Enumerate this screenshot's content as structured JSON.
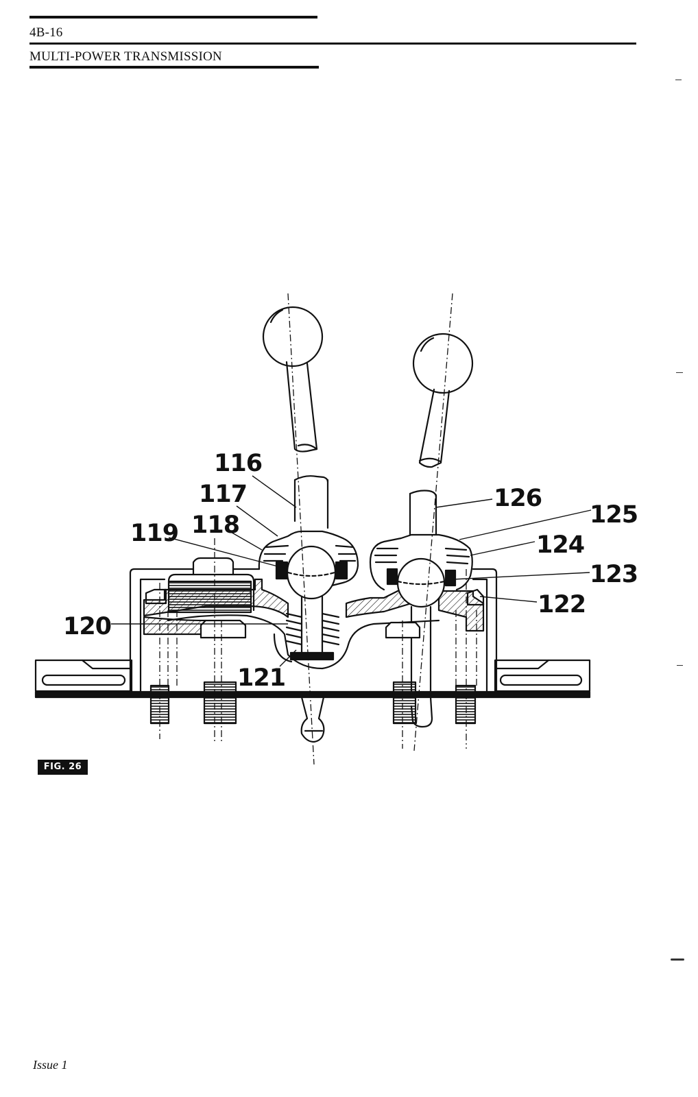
{
  "header": {
    "page_number": "4B-16",
    "section_title": "MULTI-POWER TRANSMISSION"
  },
  "figure": {
    "tag": "FIG. 26",
    "callouts": {
      "c116": "116",
      "c117": "117",
      "c118": "118",
      "c119": "119",
      "c120": "120",
      "c121": "121",
      "c122": "122",
      "c123": "123",
      "c124": "124",
      "c125": "125",
      "c126": "126"
    }
  },
  "footer": {
    "issue": "Issue 1"
  }
}
